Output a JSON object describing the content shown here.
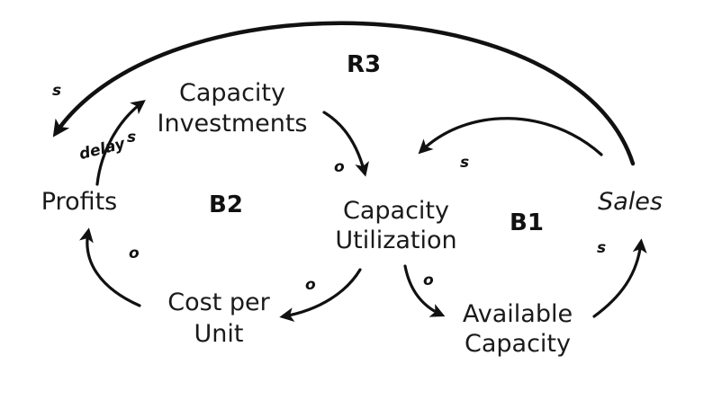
{
  "nodes": {
    "capacity_investments": {
      "line1": "Capacity",
      "line2": "Investments"
    },
    "profits": {
      "label": "Profits"
    },
    "capacity_utilization": {
      "line1": "Capacity",
      "line2": "Utilization"
    },
    "sales": {
      "label": "Sales"
    },
    "cost_per_unit": {
      "line1": "Cost per",
      "line2": "Unit"
    },
    "available_capacity": {
      "line1": "Available",
      "line2": "Capacity"
    }
  },
  "loops": {
    "r3": "R3",
    "b2": "B2",
    "b1": "B1"
  },
  "links": [
    {
      "from": "Sales",
      "to": "Profits",
      "polarity": "s"
    },
    {
      "from": "Profits",
      "to": "Capacity Investments",
      "polarity": "s",
      "note": "delay"
    },
    {
      "from": "Capacity Investments",
      "to": "Capacity Utilization",
      "polarity": "o"
    },
    {
      "from": "Sales",
      "to": "Capacity Utilization",
      "polarity": "s"
    },
    {
      "from": "Capacity Utilization",
      "to": "Cost per Unit",
      "polarity": "o"
    },
    {
      "from": "Cost per Unit",
      "to": "Profits",
      "polarity": "o"
    },
    {
      "from": "Capacity Utilization",
      "to": "Available Capacity",
      "polarity": "o"
    },
    {
      "from": "Available Capacity",
      "to": "Sales",
      "polarity": "s"
    }
  ]
}
